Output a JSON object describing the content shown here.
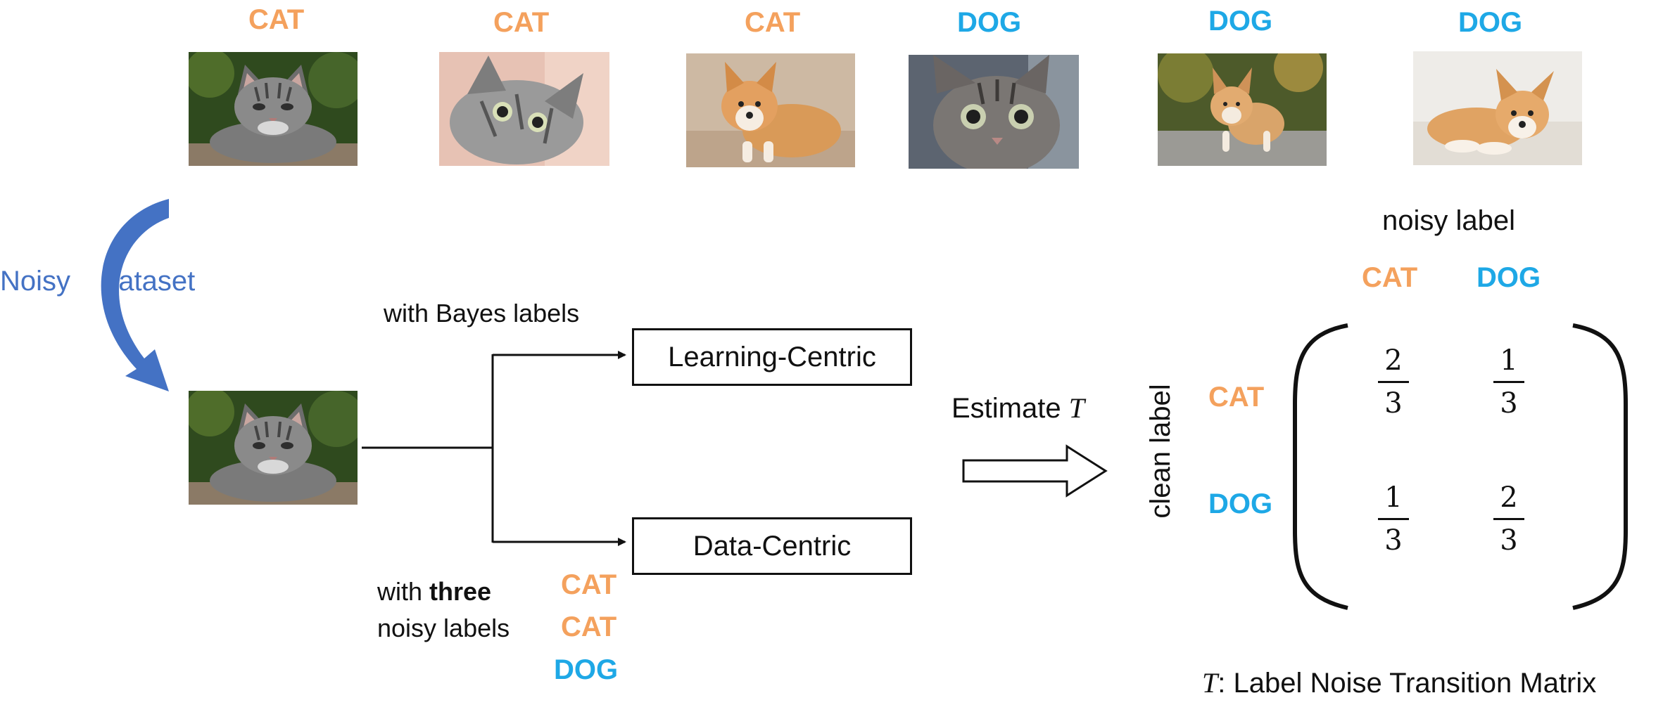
{
  "top_images": [
    {
      "label": "CAT",
      "class": "cat",
      "subject": "gray-tabby-cat"
    },
    {
      "label": "CAT",
      "class": "cat",
      "subject": "tabby-kitten"
    },
    {
      "label": "CAT",
      "class": "cat",
      "subject": "corgi-puppy"
    },
    {
      "label": "DOG",
      "class": "dog",
      "subject": "tabby-kitten-closeup"
    },
    {
      "label": "DOG",
      "class": "dog",
      "subject": "corgi-puppy-running"
    },
    {
      "label": "DOG",
      "class": "dog",
      "subject": "corgi-puppy-lying"
    }
  ],
  "noisy_dataset": {
    "word1": "Noisy",
    "word2": "dataset",
    "arrow_color": "#4472c4"
  },
  "branch_top": {
    "caption": "with Bayes labels",
    "box": "Learning-Centric"
  },
  "branch_bottom": {
    "caption_prefix": "with ",
    "caption_bold": "three",
    "caption_line2": "noisy labels",
    "box": "Data-Centric",
    "labels": [
      {
        "text": "CAT",
        "class": "cat"
      },
      {
        "text": "CAT",
        "class": "cat"
      },
      {
        "text": "DOG",
        "class": "dog"
      }
    ]
  },
  "estimate": {
    "text": "Estimate ",
    "symbol": "T"
  },
  "matrix": {
    "col_header": "noisy label",
    "row_header": "clean label",
    "cols": [
      {
        "text": "CAT",
        "class": "cat"
      },
      {
        "text": "DOG",
        "class": "dog"
      }
    ],
    "rows": [
      {
        "text": "CAT",
        "class": "cat"
      },
      {
        "text": "DOG",
        "class": "dog"
      }
    ],
    "cells": [
      [
        {
          "num": "2",
          "den": "3"
        },
        {
          "num": "1",
          "den": "3"
        }
      ],
      [
        {
          "num": "1",
          "den": "3"
        },
        {
          "num": "2",
          "den": "3"
        }
      ]
    ]
  },
  "caption": {
    "symbol": "T",
    "text": ": Label Noise Transition Matrix"
  },
  "colors": {
    "cat": "#f4a15d",
    "dog": "#1ea8e6",
    "arrow": "#4472c4"
  }
}
